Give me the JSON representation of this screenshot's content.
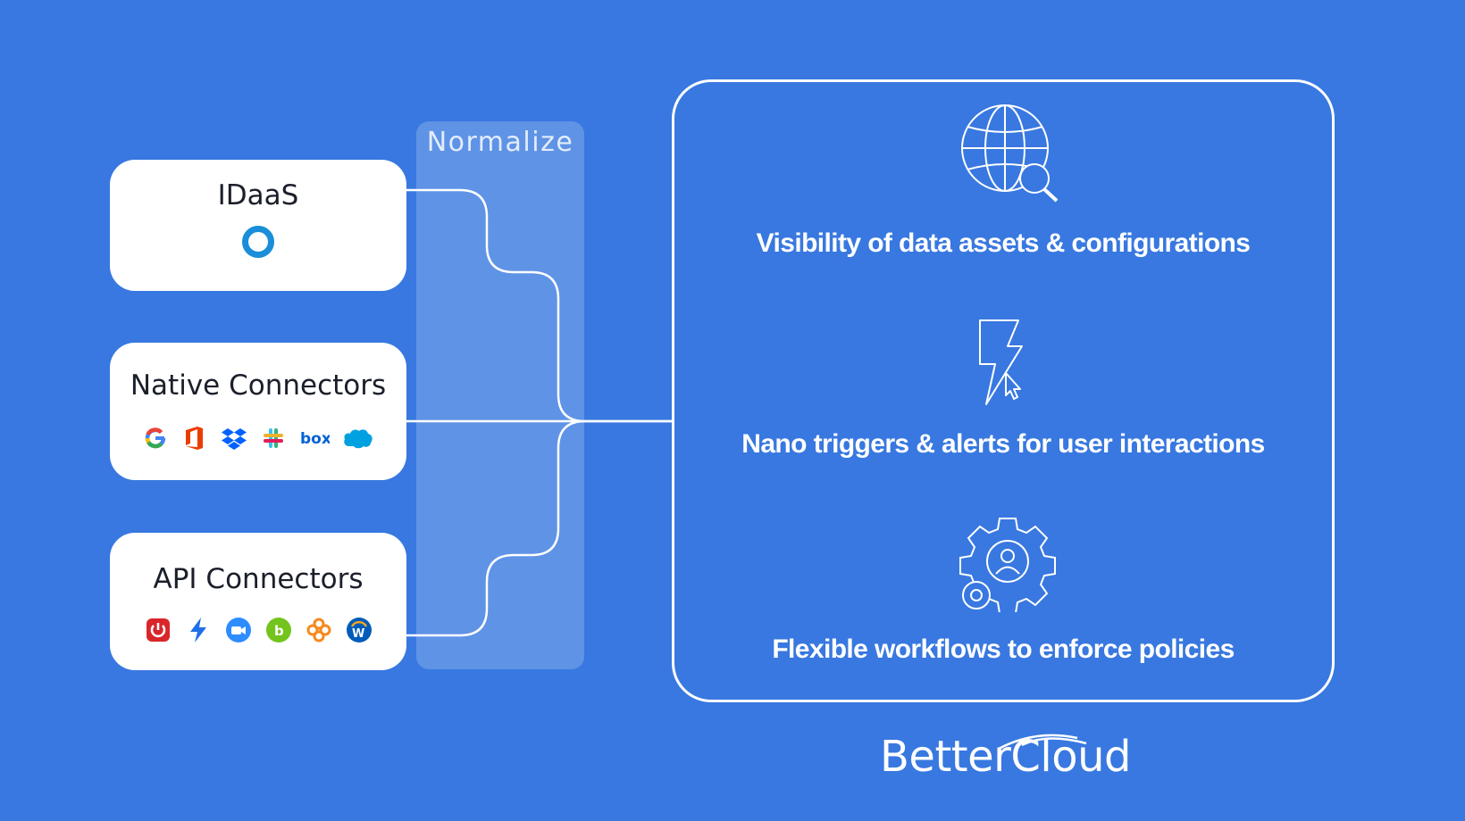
{
  "normalize": {
    "label": "Normalize"
  },
  "sources": [
    {
      "title": "IDaaS",
      "logos": [
        "okta-icon"
      ]
    },
    {
      "title": "Native Connectors",
      "logos": [
        "google-icon",
        "office365-icon",
        "dropbox-icon",
        "slack-icon",
        "box-icon",
        "salesforce-icon"
      ]
    },
    {
      "title": "API Connectors",
      "logos": [
        "power-icon",
        "bolt-icon",
        "zoom-icon",
        "bamboohr-icon",
        "flower-icon",
        "workday-icon"
      ]
    }
  ],
  "features": [
    {
      "text": "Visibility of data assets & configurations",
      "icon": "globe-search-icon"
    },
    {
      "text": "Nano triggers & alerts for user interactions",
      "icon": "lightning-cursor-icon"
    },
    {
      "text": "Flexible workflows to enforce policies",
      "icon": "gear-user-icon"
    }
  ],
  "brand": {
    "name": "BetterCloud"
  },
  "colors": {
    "background": "#3878e0",
    "card": "#ffffff",
    "okta": "#1a8ed8"
  }
}
